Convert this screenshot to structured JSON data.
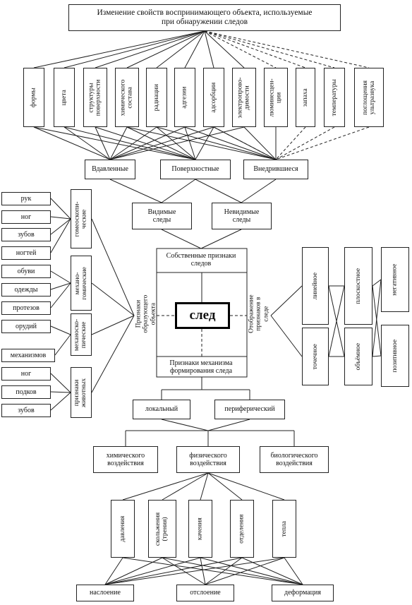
{
  "header": {
    "title": "Изменение свойств воспринимающего объекта, используемые\nпри обнаружении следов"
  },
  "properties": [
    "формы",
    "цвета",
    "структуры\nповерхности",
    "химического\nсостава",
    "радиации",
    "адгезии",
    "адсорбции",
    "электропрово-\nдимости",
    "люминесцен-\nции",
    "запаха",
    "температуры",
    "поглощения\nультразвука"
  ],
  "depth_types": [
    "Вдавленные",
    "Поверхностные",
    "Внедрившиеся"
  ],
  "visibility": [
    "Видимые\nследы",
    "Невидимые\nследы"
  ],
  "center": {
    "label": "след",
    "top": "Собственные признаки\nследов",
    "left": "Признаки\nобразующего объекта",
    "right": "Отображение\nпризнаков в следе",
    "bottom": "Признаки механизма\nформирования следа"
  },
  "left_groups": [
    {
      "label": "гомеоскопи-\nческие",
      "items": [
        "рук",
        "ног",
        "зубов",
        "ногтей"
      ]
    },
    {
      "label": "механо-\nгомические",
      "items": [
        "обуви",
        "одежды",
        "протезов"
      ]
    },
    {
      "label": "механоско-\nпические",
      "items": [
        "орудий",
        "механизмов"
      ]
    },
    {
      "label": "признаки\nживотных",
      "items": [
        "ног",
        "подков",
        "зубов"
      ]
    }
  ],
  "right_groups": {
    "col1": [
      "линейное",
      "точечное"
    ],
    "col2": [
      "плоскостное",
      "объёмное"
    ],
    "col3": [
      "негативное",
      "позитивное"
    ]
  },
  "localization": [
    "локальный",
    "периферический"
  ],
  "impacts": [
    "химического\nвоздействия",
    "физического\nвоздействия",
    "биологического\nвоздействия"
  ],
  "physical": [
    "давления",
    "скольжения\n(трения)",
    "качения",
    "отделения",
    "тепла"
  ],
  "results": [
    "наслоение",
    "отслоение",
    "деформация"
  ]
}
